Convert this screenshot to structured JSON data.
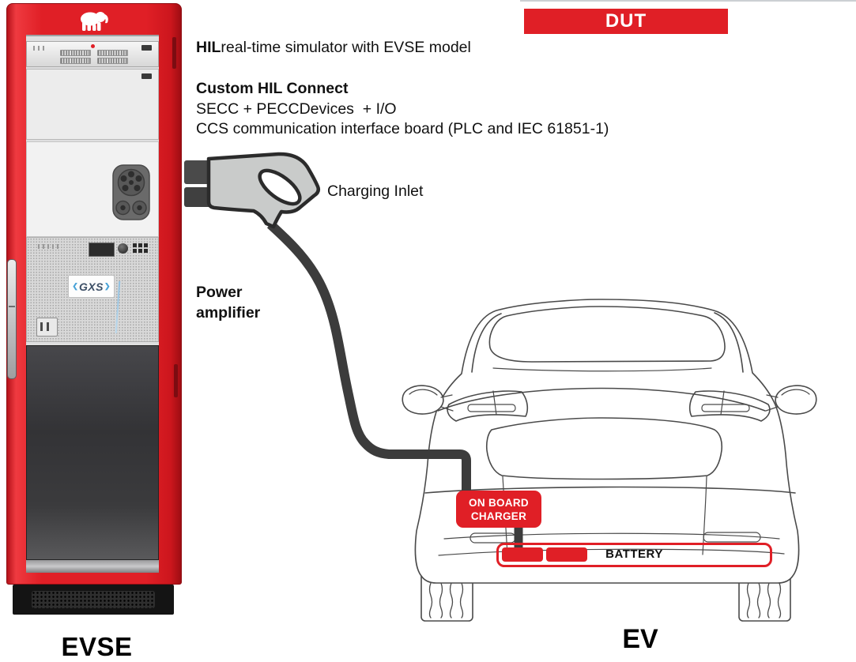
{
  "colors": {
    "brand_red": "#e01f26",
    "cable_dark": "#3c3c3c"
  },
  "dut_banner": {
    "label": "DUT"
  },
  "notes": {
    "hil_bold": "HIL",
    "hil_rest": "real-time simulator with EVSE model",
    "connect_title": "Custom HIL Connect",
    "connect_line2": "SECC + PECCDevices  + I/O",
    "connect_line3": "CCS communication interface board (PLC and IEC 61851-1)"
  },
  "callouts": {
    "charging_inlet": "Charging Inlet",
    "power_amp_line1": "Power",
    "power_amp_line2": "amplifier"
  },
  "evse": {
    "caption": "EVSE",
    "gxs_logo": "GXS"
  },
  "ev": {
    "caption": "EV",
    "obc_line1": "ON BOARD",
    "obc_line2": "CHARGER",
    "battery_label": "BATTERY"
  }
}
